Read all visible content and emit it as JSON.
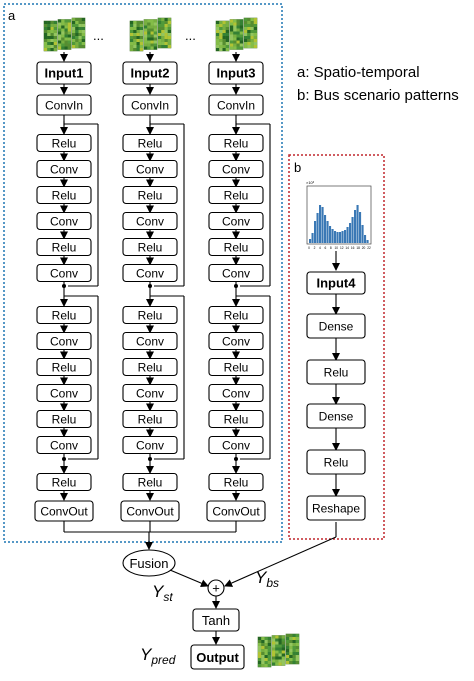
{
  "panel_a": {
    "label": "a"
  },
  "panel_b": {
    "label": "b"
  },
  "legend": {
    "a": "a: Spatio-temporal",
    "b": "b: Bus scenario patterns"
  },
  "ellipsis": "...",
  "columns": [
    {
      "input": "Input1",
      "conv_in": "ConvIn",
      "block1": [
        "Relu",
        "Conv",
        "Relu",
        "Conv",
        "Relu",
        "Conv"
      ],
      "block2": [
        "Relu",
        "Conv",
        "Relu",
        "Conv",
        "Relu",
        "Conv"
      ],
      "final_relu": "Relu",
      "conv_out": "ConvOut"
    },
    {
      "input": "Input2",
      "conv_in": "ConvIn",
      "block1": [
        "Relu",
        "Conv",
        "Relu",
        "Conv",
        "Relu",
        "Conv"
      ],
      "block2": [
        "Relu",
        "Conv",
        "Relu",
        "Conv",
        "Relu",
        "Conv"
      ],
      "final_relu": "Relu",
      "conv_out": "ConvOut"
    },
    {
      "input": "Input3",
      "conv_in": "ConvIn",
      "block1": [
        "Relu",
        "Conv",
        "Relu",
        "Conv",
        "Relu",
        "Conv"
      ],
      "block2": [
        "Relu",
        "Conv",
        "Relu",
        "Conv",
        "Relu",
        "Conv"
      ],
      "final_relu": "Relu",
      "conv_out": "ConvOut"
    }
  ],
  "branch_b": [
    "Input4",
    "Dense",
    "Relu",
    "Dense",
    "Relu",
    "Reshape"
  ],
  "histogram": {
    "x_ticks": [
      "0",
      "2",
      "4",
      "6",
      "8",
      "10",
      "12",
      "14",
      "16",
      "18",
      "20",
      "22"
    ],
    "y_tick_top": "×10³",
    "bar_color": "#3a78b5"
  },
  "fusion": "Fusion",
  "plus": "+",
  "tanh": "Tanh",
  "output": "Output",
  "y_st": {
    "base": "Y",
    "sub": "st"
  },
  "y_bs": {
    "base": "Y",
    "sub": "bs"
  },
  "y_pred": {
    "base": "Y",
    "sub": "pred"
  },
  "colors": {
    "panel_a_border": "#1f77b4",
    "panel_b_border": "#c0272d",
    "grid_green": "#6aa84f"
  }
}
